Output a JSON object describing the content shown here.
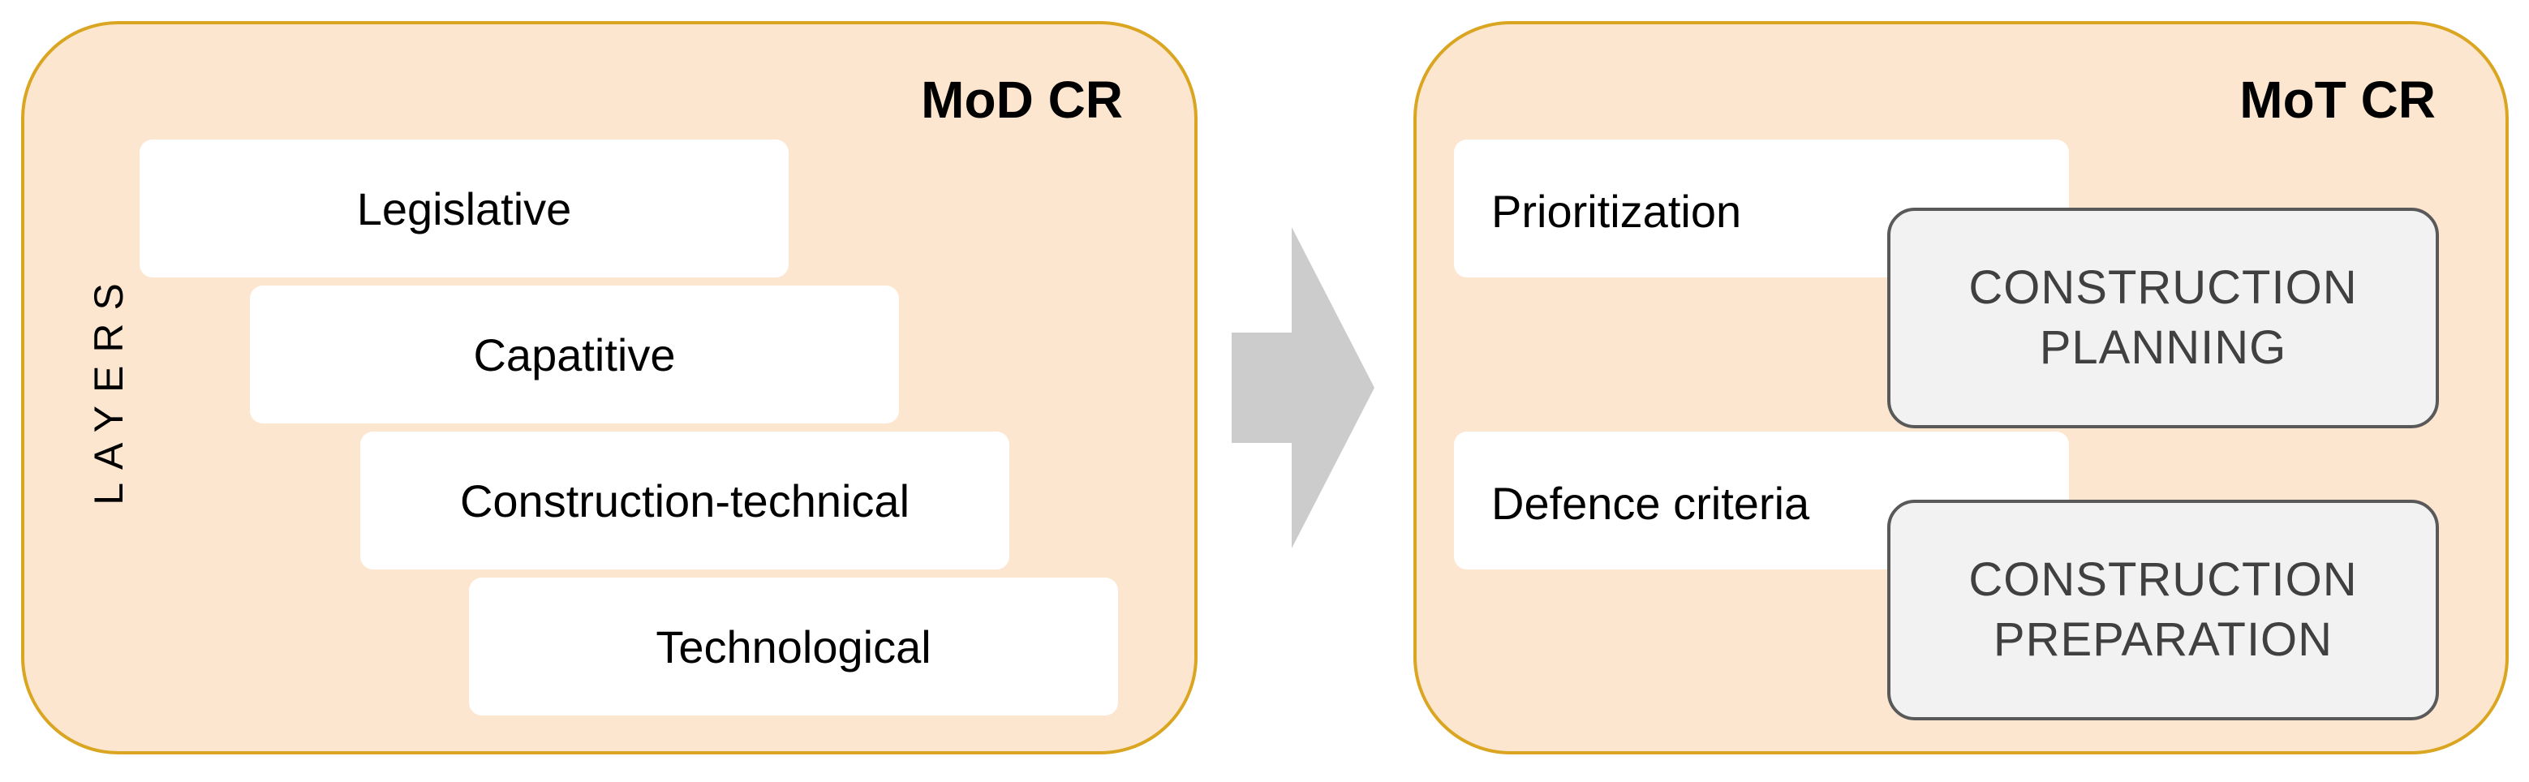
{
  "left_panel": {
    "title": "MoD CR",
    "side_label": "LAYERS",
    "layers": [
      {
        "label": "Legislative"
      },
      {
        "label": "Capatitive"
      },
      {
        "label": "Construction-technical"
      },
      {
        "label": "Technological"
      }
    ]
  },
  "right_panel": {
    "title": "MoT CR",
    "criteria": [
      {
        "label": "Prioritization"
      },
      {
        "label": "Defence criteria"
      }
    ],
    "stages": [
      {
        "line1": "CONSTRUCTION",
        "line2": "PLANNING"
      },
      {
        "line1": "CONSTRUCTION",
        "line2": "PREPARATION"
      }
    ]
  },
  "colors": {
    "panel_fill": "#fde6cf",
    "panel_border": "#daa520",
    "arrow": "#cccccc",
    "stage_fill": "#f2f2f2",
    "stage_border": "#595959"
  }
}
